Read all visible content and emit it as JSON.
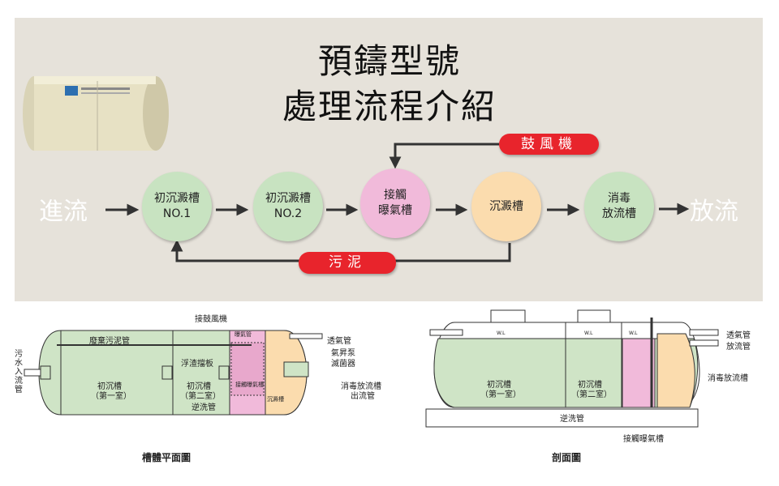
{
  "title": {
    "line1": "預鑄型號",
    "line2": "處理流程介紹"
  },
  "flow": {
    "inflow": "進流",
    "outflow": "放流",
    "stages": [
      {
        "line1": "初沉澱槽",
        "line2": "NO.1",
        "color": "#c8e3c1"
      },
      {
        "line1": "初沉澱槽",
        "line2": "NO.2",
        "color": "#c8e3c1"
      },
      {
        "line1": "接觸",
        "line2": "曝氣槽",
        "color": "#f1bada"
      },
      {
        "line1": "沉澱槽",
        "line2": "",
        "color": "#fbdcae"
      },
      {
        "line1": "消毒",
        "line2": "放流槽",
        "color": "#c8e3c1"
      }
    ],
    "blower": "鼓風機",
    "sludge": "污泥",
    "accent": "#e8242c"
  },
  "plan": {
    "caption": "槽體平面圖",
    "labels": {
      "blower": "接鼓風機",
      "waste_sludge": "廢棄污泥管",
      "inlet": "污水入流管",
      "vent": "透氣管",
      "airlift": "氣昇泵",
      "sterilizer": "滅菌器",
      "disinfect": "消毒放流槽",
      "outlet": "出流管",
      "scum": "浮渣擋板",
      "backwash": "逆洗管",
      "room1": "初沉槽",
      "room1b": "（第一室）",
      "room2": "初沉槽",
      "room2b": "（第二室）",
      "aeration": "接觸曝氣槽",
      "diffuser": "曝氣管",
      "settle": "沉澱槽"
    }
  },
  "section": {
    "caption": "剖面圖",
    "labels": {
      "vent": "透氣管",
      "outflow": "放流管",
      "disinfect": "消毒放流槽",
      "room1": "初沉槽",
      "room1b": "（第一室）",
      "room2": "初沉槽",
      "room2b": "（第二室）",
      "backwash": "逆洗管",
      "aeration": "接觸曝氣槽",
      "wl1": "W.L",
      "wl2": "W.L",
      "wl3": "W.L"
    }
  }
}
